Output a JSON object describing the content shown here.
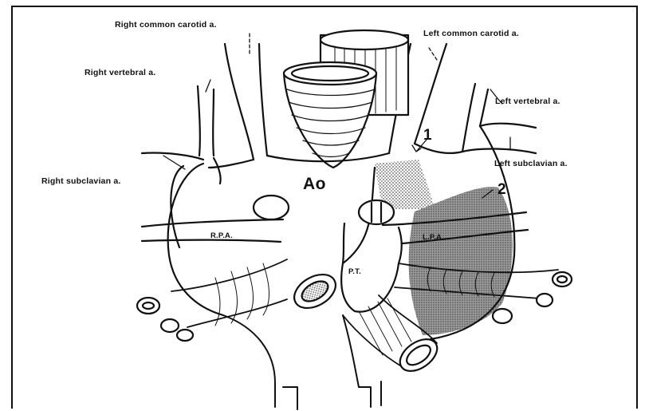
{
  "labels": {
    "right_common_carotid": "Right common carotid a.",
    "left_common_carotid": "Left common carotid a.",
    "right_vertebral": "Right vertebral a.",
    "left_vertebral": "Left vertebral a.",
    "right_subclavian": "Right subclavian a.",
    "left_subclavian": "Left subclavian a.",
    "aorta": "Ao",
    "rpa": "R.P.A.",
    "lpa": "L.P.A.",
    "pulmonary_trunk": "P.T.",
    "marker_1": "1",
    "marker_2": "2"
  },
  "colors": {
    "line": "#111111",
    "shade": "#8a8a8a",
    "background": "#ffffff"
  }
}
